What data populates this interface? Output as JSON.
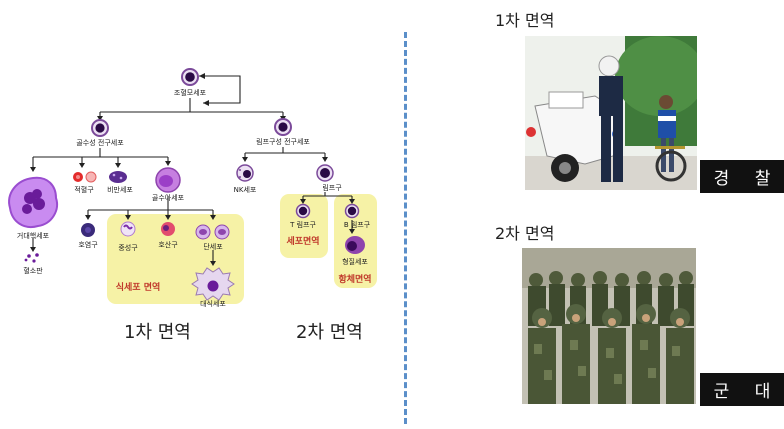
{
  "diagram": {
    "cells": {
      "stem": "조혈모세포",
      "myeloid": "골수성 전구세포",
      "lymphoid": "림프구성 전구세포",
      "megakaryocyte": "거대핵세포",
      "platelet": "혈소판",
      "rbc": "적혈구",
      "mast": "비만세포",
      "myeloblast": "골수아세포",
      "nk": "NK세포",
      "lymphocyte": "림프구",
      "eosinophil": "호염구",
      "neutrophil": "중성구",
      "basophil": "호산구",
      "monocyte": "단세포",
      "macrophage": "대식세포",
      "tcell": "T 림프구",
      "bcell": "B 림프구",
      "plasma": "형질세포"
    },
    "zones": {
      "phagocyte": "식세포 면역",
      "cellular": "세포면역",
      "humoral": "항체면역"
    },
    "captions": {
      "first": "1차 면역",
      "second": "2차 면역"
    }
  },
  "panels": {
    "top_title": "1차 면역",
    "top_tag": "경 찰",
    "bottom_title": "2차 면역",
    "bottom_tag": "군 대"
  }
}
